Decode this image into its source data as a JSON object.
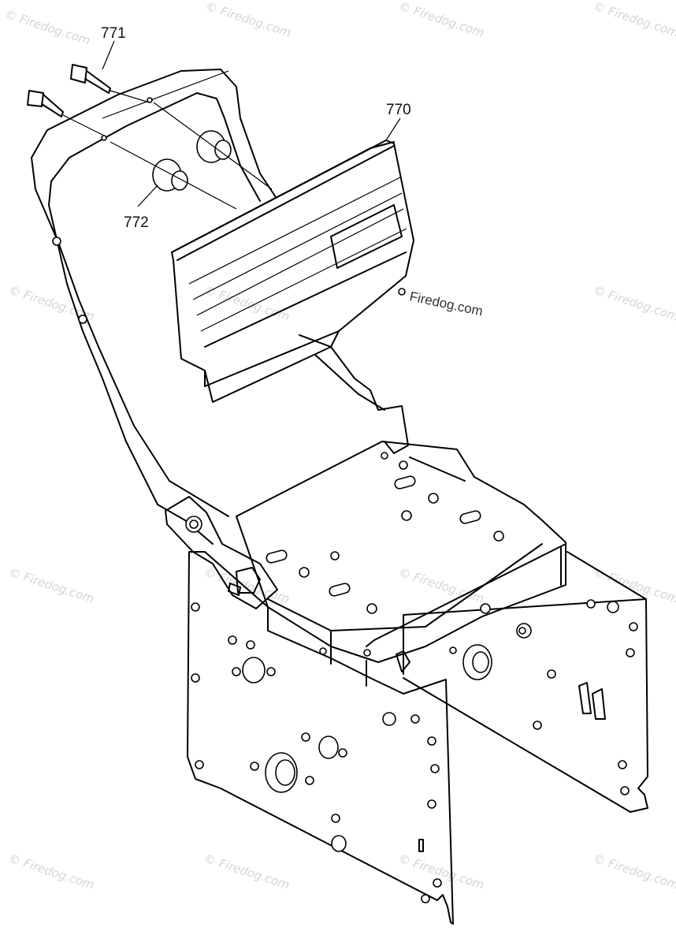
{
  "callouts": {
    "screw": "771",
    "seat": "770",
    "spacer": "772"
  },
  "watermark": {
    "text": "© Firedog.com",
    "center_label": "Firedog.com"
  }
}
